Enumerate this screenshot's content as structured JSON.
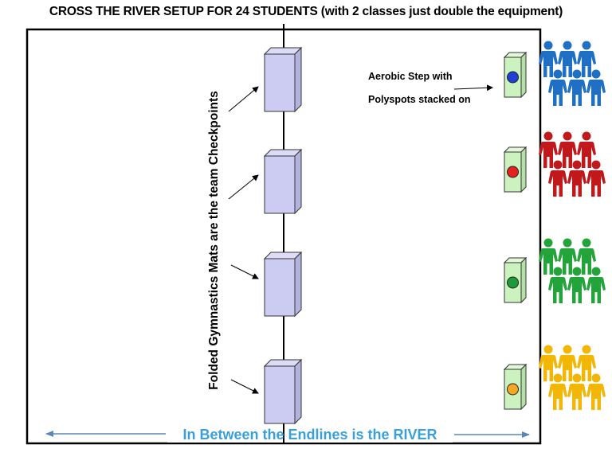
{
  "title": "CROSS THE RIVER SETUP FOR 24 STUDENTS (with 2 classes just double the equipment)",
  "labels": {
    "mats": "Folded Gymnastics Mats are the team Checkpoints",
    "step_line1": "Aerobic Step with",
    "step_line2": "Polyspots stacked on",
    "river": "In Between the Endlines is the RIVER"
  },
  "colors": {
    "border": "#000000",
    "mat_face": "#ccccf2",
    "mat_side": "#b3b3e0",
    "step_face": "#ccf2bf",
    "river_text": "#3aa0d8",
    "river_arrow": "#5b86b8"
  },
  "teams": [
    {
      "name": "blue",
      "color": "#1f6fc4",
      "spot": "#1f3fd6"
    },
    {
      "name": "red",
      "color": "#c0181b",
      "spot": "#e5221b"
    },
    {
      "name": "green",
      "color": "#23a43a",
      "spot": "#1f9a3a"
    },
    {
      "name": "yellow",
      "color": "#f2b705",
      "spot": "#f5a623"
    }
  ],
  "icons": [
    "mat-icon",
    "aerobic-step-icon",
    "polyspot-icon",
    "student-icon",
    "arrow-icon"
  ]
}
